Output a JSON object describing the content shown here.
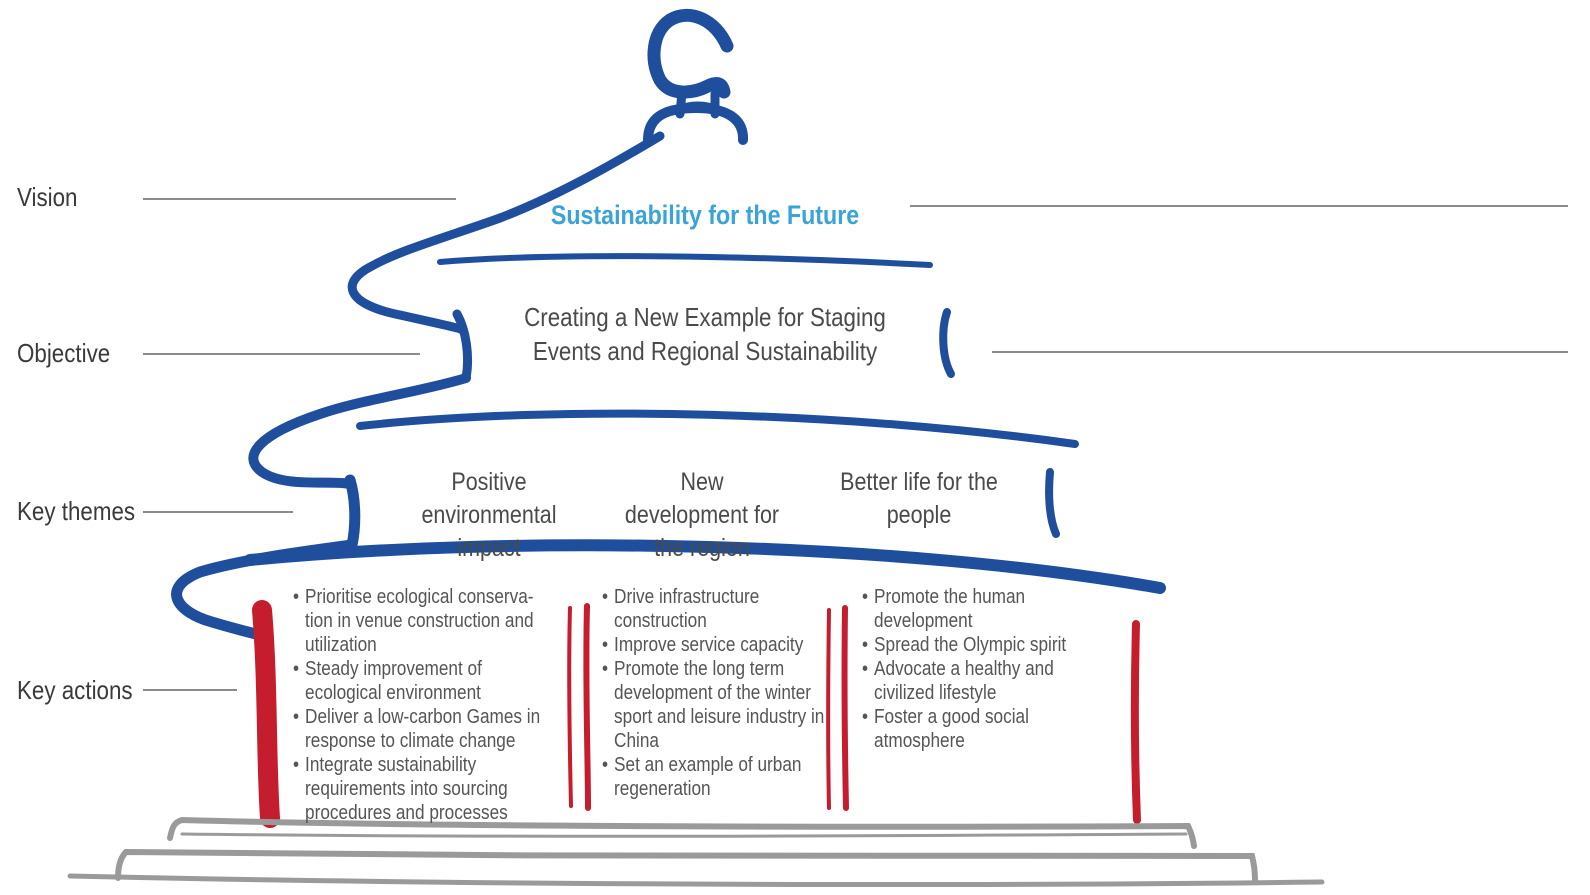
{
  "labels": {
    "vision": "Vision",
    "objective": "Objective",
    "key_themes": "Key themes",
    "key_actions": "Key actions"
  },
  "vision_text": "Sustainability for the Future",
  "objective_text": "Creating a New Example for Staging Events and Regional Sustainability",
  "themes": [
    "Positive environmental impact",
    "New development for the region",
    "Better life for the people"
  ],
  "actions": [
    [
      "Prioritise ecological conserva-tion in venue construction and utilization",
      "Steady improvement of ecological environment",
      "Deliver a low-carbon Games in response to climate change",
      "Integrate sustainability requirements into sourcing procedures and processes"
    ],
    [
      "Drive infrastructure construction",
      "Improve service capacity",
      "Promote the long term development of the winter sport and leisure industry in China",
      "Set an example of urban regeneration"
    ],
    [
      "Promote the human development",
      "Spread the Olympic spirit",
      "Advocate a healthy and civilized lifestyle",
      "Foster a good social atmosphere"
    ]
  ],
  "colors": {
    "roof_blue": "#1f4f9c",
    "pillar_red": "#c51d2e",
    "vision_blue": "#3aa3d8",
    "base_gray": "#9a9a9a",
    "line_gray": "#666666"
  }
}
